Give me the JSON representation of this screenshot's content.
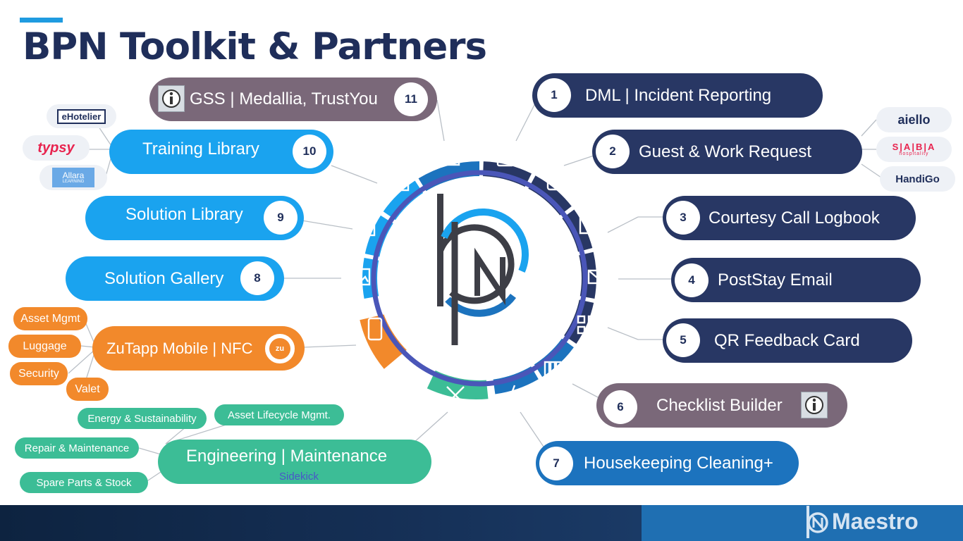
{
  "title": "BPN Toolkit & Partners",
  "items": {
    "i1": {
      "num": "1",
      "label": "DML | Incident Reporting"
    },
    "i2": {
      "num": "2",
      "label": "Guest & Work Request"
    },
    "i3": {
      "num": "3",
      "label": "Courtesy Call Logbook"
    },
    "i4": {
      "num": "4",
      "label": "PostStay Email"
    },
    "i5": {
      "num": "5",
      "label": "QR Feedback Card"
    },
    "i6": {
      "num": "6",
      "label": "Checklist Builder"
    },
    "i7": {
      "num": "7",
      "label": "Housekeeping Cleaning+"
    },
    "i8": {
      "num": "8",
      "label": "Solution Gallery"
    },
    "i9": {
      "num": "9",
      "label": "Solution Library"
    },
    "i10": {
      "num": "10",
      "label": "Training Library"
    },
    "i11": {
      "num": "11",
      "label": "GSS | Medallia, TrustYou"
    },
    "zutapp": {
      "label": "ZuTapp Mobile | NFC",
      "logo": "zu"
    },
    "engineering": {
      "label": "Engineering  | Maintenance",
      "sublabel": "Sidekick"
    }
  },
  "training_partners": [
    "eHotelier",
    "typsy",
    "Allara"
  ],
  "allara_sub": "LEARNING",
  "request_partners": {
    "aiello": "aiello",
    "saba": "S|A|B|A",
    "saba_sub": "hospitality",
    "handigo": "HandiGo"
  },
  "zutapp_chips": [
    "Asset Mgmt",
    "Luggage",
    "Security",
    "Valet"
  ],
  "engineering_chips": [
    "Energy & Sustainability",
    "Asset Lifecycle Mgmt.",
    "Repair & Maintenance",
    "Spare Parts & Stock"
  ],
  "footer": {
    "brand": "Maestro"
  },
  "colors": {
    "navy": "#283764",
    "blue": "#1aa3ef",
    "mauve": "#7a6879",
    "orange": "#f2892b",
    "green": "#3cbd96",
    "midblue": "#1c73be",
    "title": "#1f2e5a"
  }
}
